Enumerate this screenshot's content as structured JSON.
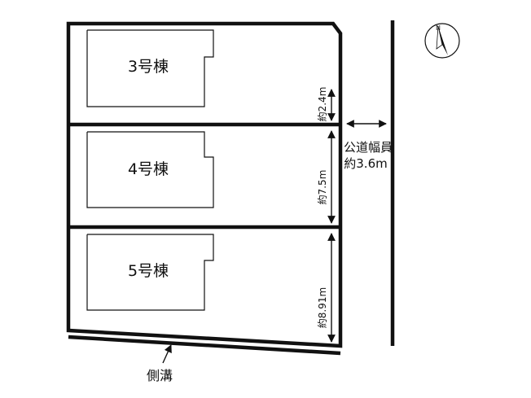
{
  "buildings": [
    {
      "label": "3号棟"
    },
    {
      "label": "4号棟"
    },
    {
      "label": "5号棟"
    }
  ],
  "dimensions": {
    "lot3_gap": "約2.4m",
    "lot4_depth": "約7.5m",
    "lot5_depth": "約8.91m"
  },
  "road": {
    "label": "公道幅員",
    "width": "約3.6m"
  },
  "ditch": {
    "label": "側溝"
  },
  "compass": {
    "north": "N",
    "icon": "north-arrow-icon"
  }
}
